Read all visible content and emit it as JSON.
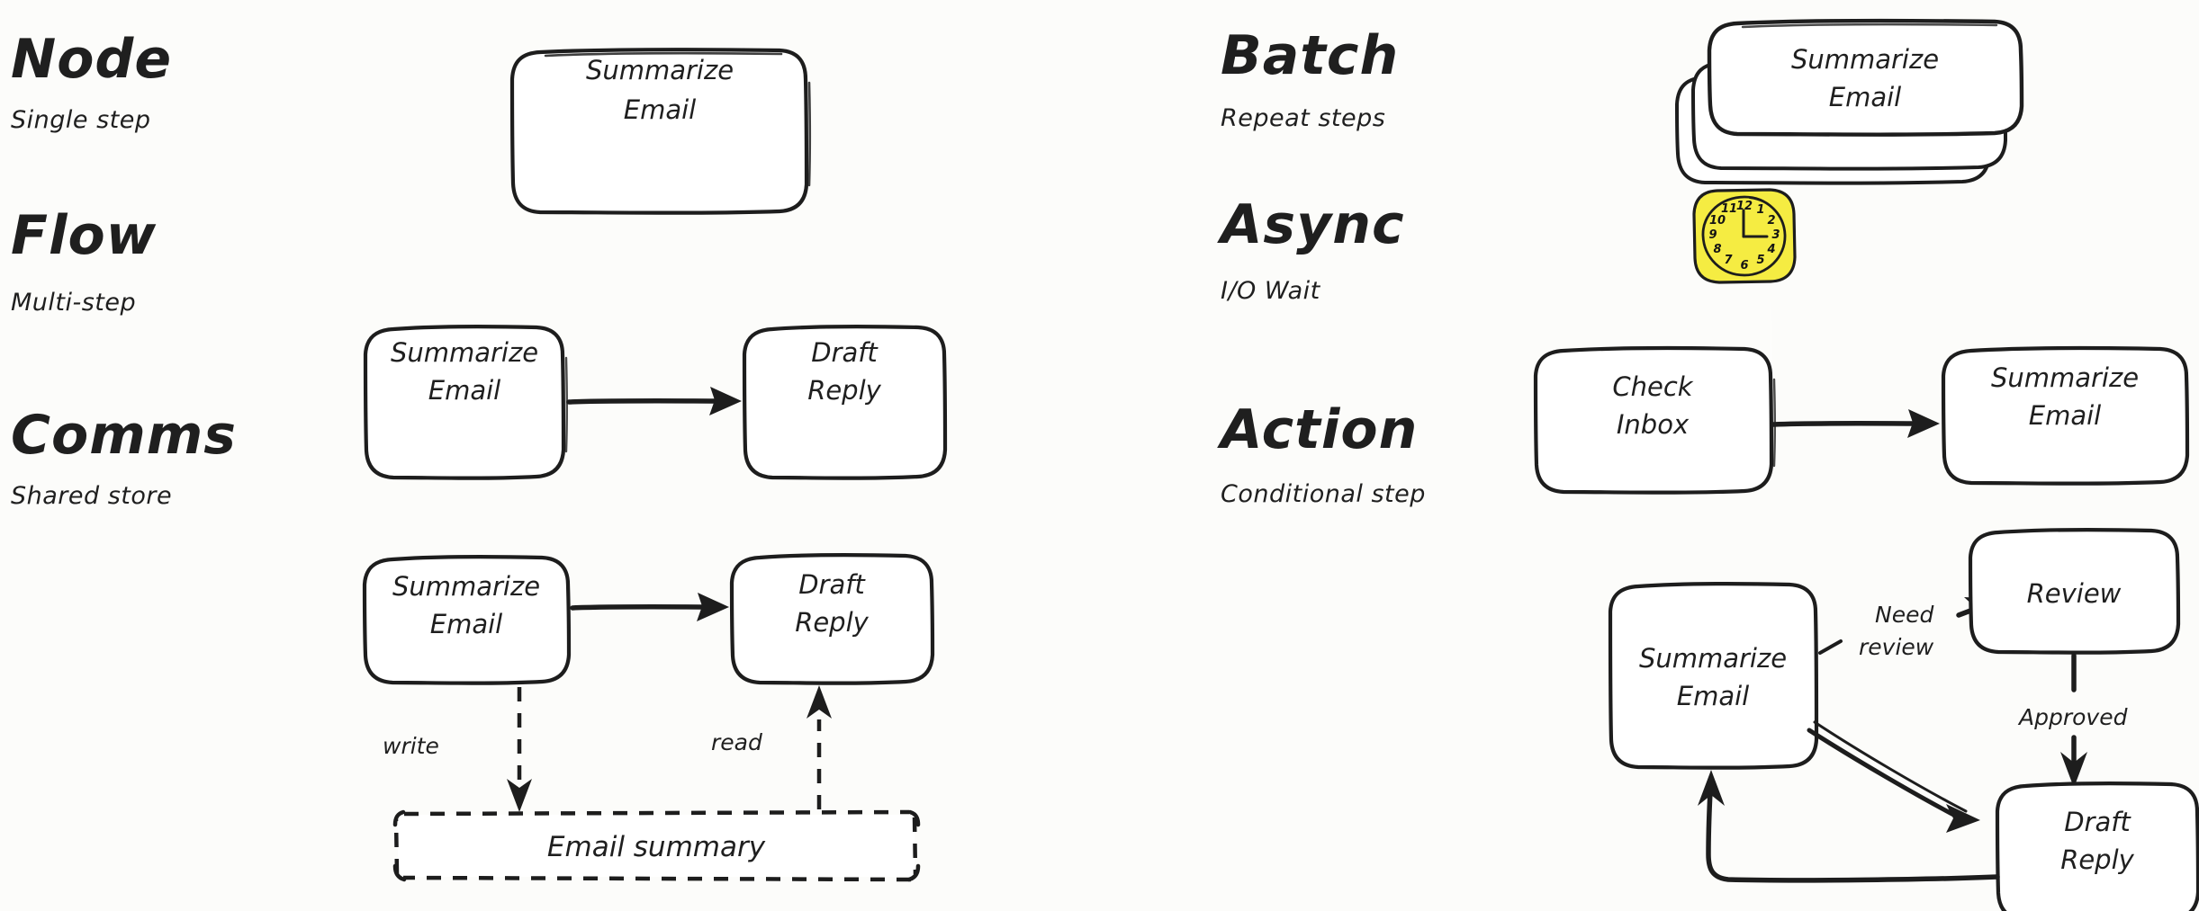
{
  "page": {
    "background": "#fcfcfa",
    "ink": "#1d1d1d",
    "accent_yellow": "#f5ec42"
  },
  "sections": [
    {
      "key": "node",
      "title": "Node",
      "subtitle": "Single step",
      "nodes": [
        {
          "key": "summarize-email",
          "lines": [
            "Summarize",
            "Email"
          ]
        }
      ],
      "edges": []
    },
    {
      "key": "batch",
      "title": "Batch",
      "subtitle": "Repeat steps",
      "nodes": [
        {
          "key": "summarize-email",
          "lines": [
            "Summarize",
            "Email"
          ],
          "stacked": 3
        }
      ],
      "edges": []
    },
    {
      "key": "flow",
      "title": "Flow",
      "subtitle": "Multi-step",
      "nodes": [
        {
          "key": "summarize-email",
          "lines": [
            "Summarize",
            "Email"
          ]
        },
        {
          "key": "draft-reply",
          "lines": [
            "Draft",
            "Reply"
          ]
        }
      ],
      "edges": [
        {
          "from": "summarize-email",
          "to": "draft-reply",
          "label": "",
          "style": "solid"
        }
      ]
    },
    {
      "key": "async",
      "title": "Async",
      "subtitle": "I/O Wait",
      "badge": {
        "name": "clock-icon",
        "color": "#f5ec42",
        "hour_numbers": [
          "12",
          "1",
          "2",
          "3",
          "4",
          "5",
          "6",
          "7",
          "8",
          "9",
          "10",
          "11"
        ]
      },
      "nodes": [
        {
          "key": "check-inbox",
          "lines": [
            "Check",
            "Inbox"
          ]
        },
        {
          "key": "summarize-email",
          "lines": [
            "Summarize",
            "Email"
          ]
        }
      ],
      "edges": [
        {
          "from": "check-inbox",
          "to": "summarize-email",
          "label": "",
          "style": "solid"
        }
      ]
    },
    {
      "key": "comms",
      "title": "Comms",
      "subtitle": "Shared store",
      "nodes": [
        {
          "key": "summarize-email",
          "lines": [
            "Summarize",
            "Email"
          ]
        },
        {
          "key": "draft-reply",
          "lines": [
            "Draft",
            "Reply"
          ]
        }
      ],
      "store": {
        "key": "email-summary",
        "label": "Email summary",
        "style": "dashed"
      },
      "edges": [
        {
          "from": "summarize-email",
          "to": "draft-reply",
          "label": "",
          "style": "solid"
        },
        {
          "from": "summarize-email",
          "to": "email-summary",
          "label": "write",
          "style": "dashed"
        },
        {
          "from": "email-summary",
          "to": "draft-reply",
          "label": "read",
          "style": "dashed"
        }
      ]
    },
    {
      "key": "action",
      "title": "Action",
      "subtitle": "Conditional step",
      "nodes": [
        {
          "key": "summarize-email",
          "lines": [
            "Summarize",
            "Email"
          ]
        },
        {
          "key": "review",
          "lines": [
            "Review"
          ]
        },
        {
          "key": "draft-reply",
          "lines": [
            "Draft",
            "Reply"
          ]
        }
      ],
      "edges": [
        {
          "from": "summarize-email",
          "to": "review",
          "label_lines": [
            "Need",
            "review"
          ],
          "style": "solid"
        },
        {
          "from": "review",
          "to": "draft-reply",
          "label": "Approved",
          "style": "solid"
        },
        {
          "from": "summarize-email",
          "to": "draft-reply",
          "label": "",
          "style": "solid"
        },
        {
          "from": "draft-reply",
          "to": "summarize-email",
          "label": "",
          "style": "solid"
        }
      ]
    }
  ],
  "labels": {
    "node_title": "Node",
    "node_subtitle": "Single step",
    "batch_title": "Batch",
    "batch_subtitle": "Repeat steps",
    "flow_title": "Flow",
    "flow_subtitle": "Multi-step",
    "async_title": "Async",
    "async_subtitle": "I/O Wait",
    "comms_title": "Comms",
    "comms_subtitle": "Shared store",
    "action_title": "Action",
    "action_subtitle": "Conditional step",
    "summarize_l1": "Summarize",
    "summarize_l2": "Email",
    "draft_l1": "Draft",
    "draft_l2": "Reply",
    "check_l1": "Check",
    "check_l2": "Inbox",
    "review": "Review",
    "email_summary": "Email summary",
    "write": "write",
    "read": "read",
    "need": "Need",
    "review_lbl": "review",
    "approved": "Approved"
  },
  "clock_numbers": [
    "12",
    "1",
    "2",
    "3",
    "4",
    "5",
    "6",
    "7",
    "8",
    "9",
    "10",
    "11"
  ]
}
